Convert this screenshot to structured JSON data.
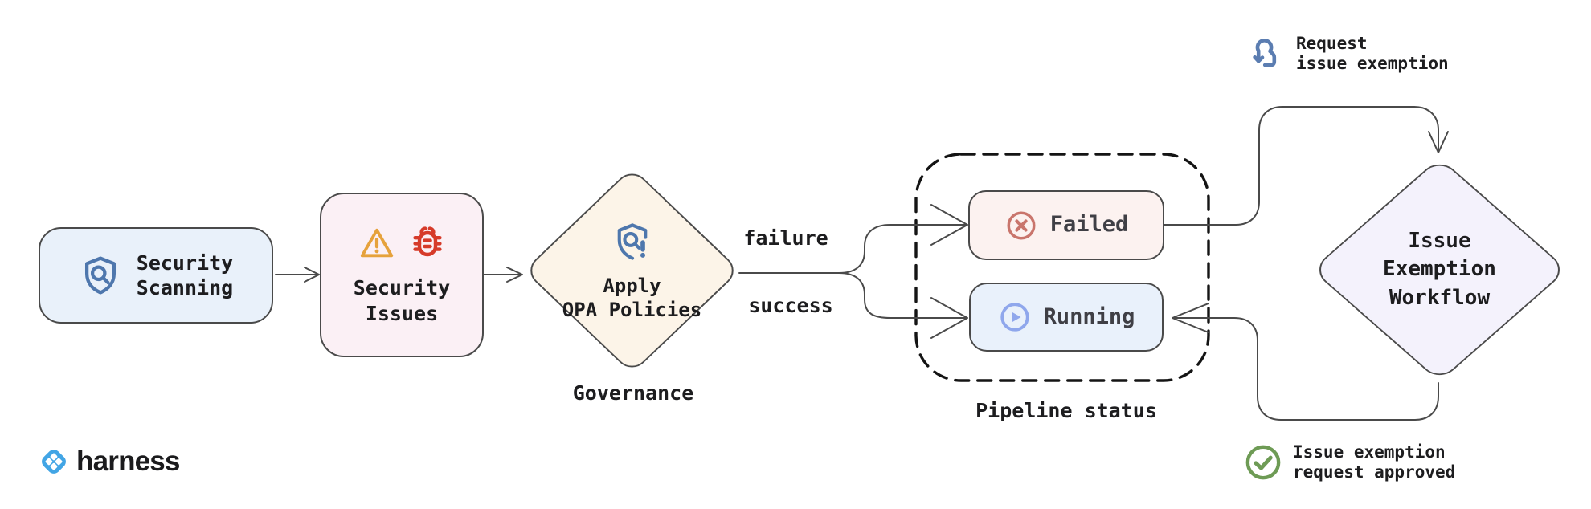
{
  "nodes": {
    "security_scanning": {
      "line1": "Security",
      "line2": "Scanning"
    },
    "security_issues": {
      "line1": "Security",
      "line2": "Issues"
    },
    "apply_opa": {
      "line1": "Apply",
      "line2": "OPA Policies"
    },
    "failed": {
      "label": "Failed"
    },
    "running": {
      "label": "Running"
    },
    "issue_exemption": {
      "line1": "Issue",
      "line2": "Exemption",
      "line3": "Workflow"
    }
  },
  "edge_labels": {
    "failure": "failure",
    "success": "success"
  },
  "captions": {
    "governance": "Governance",
    "pipeline_status": "Pipeline status"
  },
  "annotations": {
    "request_exemption": {
      "line1": "Request",
      "line2": "issue exemption"
    },
    "approved": {
      "line1": "Issue exemption",
      "line2": "request approved"
    }
  },
  "logo": {
    "wordmark": "harness"
  },
  "colors": {
    "connector_line": "#4a4a4a",
    "dashed_border": "#141414",
    "scanning_fill": "#e9f1fa",
    "issues_fill": "#fbf0f5",
    "opa_fill": "#fcf4e8",
    "failed_fill": "#fcf2f0",
    "running_fill": "#e9f1fb",
    "exemption_fill": "#f4f2fc",
    "shield_blue": "#4e77ad",
    "warning_orange": "#e6a23c",
    "bug_red": "#d63b2a",
    "fail_red": "#c9756c",
    "play_blue": "#8fa7ec",
    "tap_blue": "#5b7db1",
    "check_green": "#6e9b55",
    "harness_blue": "#42a5e5"
  }
}
